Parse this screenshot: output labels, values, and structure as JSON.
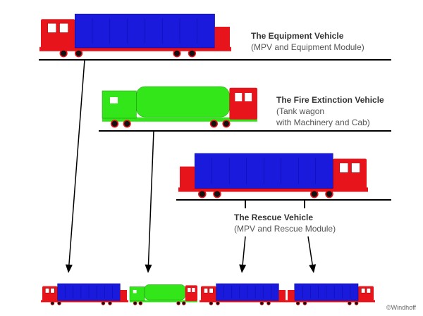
{
  "vehicles": {
    "equipment": {
      "title": "The Equipment Vehicle",
      "desc": [
        "(MPV and Equipment Module)"
      ]
    },
    "fire": {
      "title": "The Fire Extinction Vehicle",
      "desc": [
        "(Tank wagon",
        "with Machinery and Cab)"
      ]
    },
    "rescue": {
      "title": "The Rescue Vehicle",
      "desc": [
        "(MPV and Rescue Module)"
      ]
    }
  },
  "copyright": "©Windhoff",
  "colors": {
    "cab": "#e8141b",
    "module": "#1a1adc",
    "tank": "#33e61a",
    "line": "#000000"
  }
}
